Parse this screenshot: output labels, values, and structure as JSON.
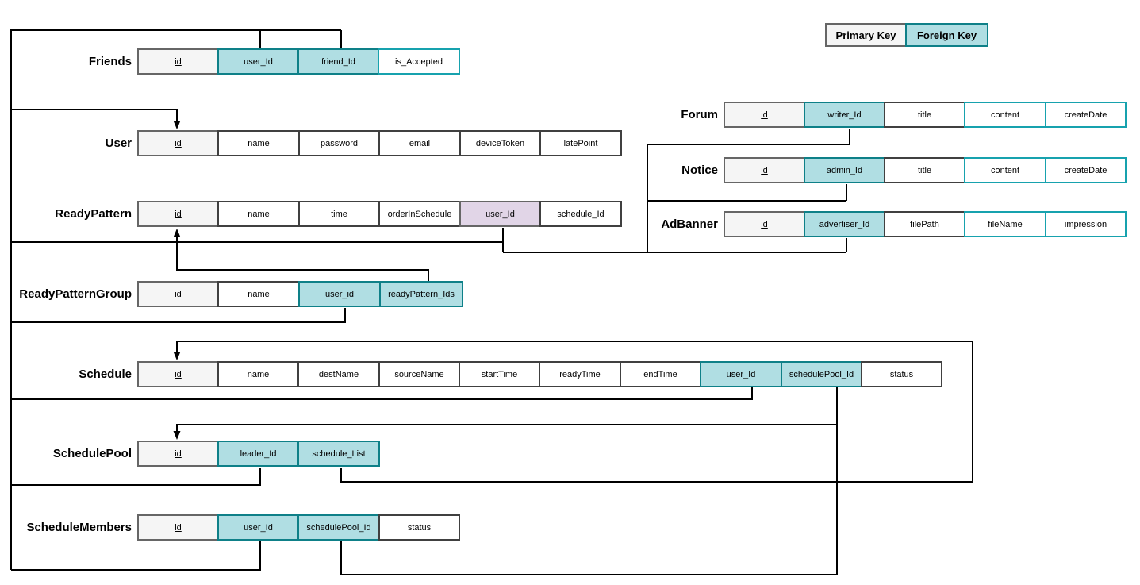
{
  "legend": {
    "primary_key": "Primary Key",
    "foreign_key": "Foreign Key"
  },
  "colors": {
    "primary_key_fill": "#f5f5f5",
    "primary_key_border": "#666666",
    "foreign_key_fill": "#b0dee3",
    "foreign_key_border": "#0e8088",
    "special_fill": "#e1d5e7",
    "plain_dark_border": "#404040",
    "plain_teal_border": "#17a2ae",
    "connector_line": "#000000"
  },
  "tables": [
    {
      "name": "Friends",
      "fields": [
        {
          "label": "id",
          "type": "pk"
        },
        {
          "label": "user_Id",
          "type": "fk"
        },
        {
          "label": "friend_Id",
          "type": "fk"
        },
        {
          "label": "is_Accepted",
          "type": "plain_teal"
        }
      ]
    },
    {
      "name": "User",
      "fields": [
        {
          "label": "id",
          "type": "pk"
        },
        {
          "label": "name",
          "type": "plain"
        },
        {
          "label": "password",
          "type": "plain"
        },
        {
          "label": "email",
          "type": "plain"
        },
        {
          "label": "deviceToken",
          "type": "plain"
        },
        {
          "label": "latePoint",
          "type": "plain"
        }
      ]
    },
    {
      "name": "ReadyPattern",
      "fields": [
        {
          "label": "id",
          "type": "pk"
        },
        {
          "label": "name",
          "type": "plain"
        },
        {
          "label": "time",
          "type": "plain"
        },
        {
          "label": "orderInSchedule",
          "type": "plain"
        },
        {
          "label": "user_Id",
          "type": "special"
        },
        {
          "label": "schedule_Id",
          "type": "plain"
        }
      ]
    },
    {
      "name": "ReadyPatternGroup",
      "fields": [
        {
          "label": "id",
          "type": "pk"
        },
        {
          "label": "name",
          "type": "plain"
        },
        {
          "label": "user_id",
          "type": "fk"
        },
        {
          "label": "readyPattern_Ids",
          "type": "fk"
        }
      ]
    },
    {
      "name": "Schedule",
      "fields": [
        {
          "label": "id",
          "type": "pk"
        },
        {
          "label": "name",
          "type": "plain"
        },
        {
          "label": "destName",
          "type": "plain"
        },
        {
          "label": "sourceName",
          "type": "plain"
        },
        {
          "label": "startTime",
          "type": "plain"
        },
        {
          "label": "readyTime",
          "type": "plain"
        },
        {
          "label": "endTime",
          "type": "plain"
        },
        {
          "label": "user_Id",
          "type": "fk"
        },
        {
          "label": "schedulePool_Id",
          "type": "fk"
        },
        {
          "label": "status",
          "type": "plain"
        }
      ]
    },
    {
      "name": "SchedulePool",
      "fields": [
        {
          "label": "id",
          "type": "pk"
        },
        {
          "label": "leader_Id",
          "type": "fk"
        },
        {
          "label": "schedule_List",
          "type": "fk"
        }
      ]
    },
    {
      "name": "ScheduleMembers",
      "fields": [
        {
          "label": "id",
          "type": "pk"
        },
        {
          "label": "user_Id",
          "type": "fk"
        },
        {
          "label": "schedulePool_Id",
          "type": "fk"
        },
        {
          "label": "status",
          "type": "plain"
        }
      ]
    },
    {
      "name": "Forum",
      "fields": [
        {
          "label": "id",
          "type": "pk"
        },
        {
          "label": "writer_Id",
          "type": "fk"
        },
        {
          "label": "title",
          "type": "plain"
        },
        {
          "label": "content",
          "type": "plain_teal"
        },
        {
          "label": "createDate",
          "type": "plain_teal"
        }
      ]
    },
    {
      "name": "Notice",
      "fields": [
        {
          "label": "id",
          "type": "pk"
        },
        {
          "label": "admin_Id",
          "type": "fk"
        },
        {
          "label": "title",
          "type": "plain"
        },
        {
          "label": "content",
          "type": "plain_teal"
        },
        {
          "label": "createDate",
          "type": "plain_teal"
        }
      ]
    },
    {
      "name": "AdBanner",
      "fields": [
        {
          "label": "id",
          "type": "pk"
        },
        {
          "label": "advertiser_Id",
          "type": "fk"
        },
        {
          "label": "filePath",
          "type": "plain"
        },
        {
          "label": "fileName",
          "type": "plain_teal"
        },
        {
          "label": "impression",
          "type": "plain_teal"
        }
      ]
    }
  ],
  "relationships": [
    {
      "sources": [
        "Friends.user_Id",
        "Friends.friend_Id",
        "ReadyPattern.user_Id",
        "ReadyPatternGroup.user_id",
        "Schedule.user_Id",
        "SchedulePool.leader_Id",
        "ScheduleMembers.user_Id",
        "Forum.writer_Id",
        "Notice.admin_Id",
        "AdBanner.advertiser_Id"
      ],
      "target": "User.id"
    },
    {
      "sources": [
        "ReadyPatternGroup.readyPattern_Ids"
      ],
      "target": "ReadyPattern.id"
    },
    {
      "sources": [
        "SchedulePool.schedule_List"
      ],
      "target": "Schedule.id"
    },
    {
      "sources": [
        "Schedule.schedulePool_Id",
        "ScheduleMembers.schedulePool_Id"
      ],
      "target": "SchedulePool.id"
    }
  ]
}
